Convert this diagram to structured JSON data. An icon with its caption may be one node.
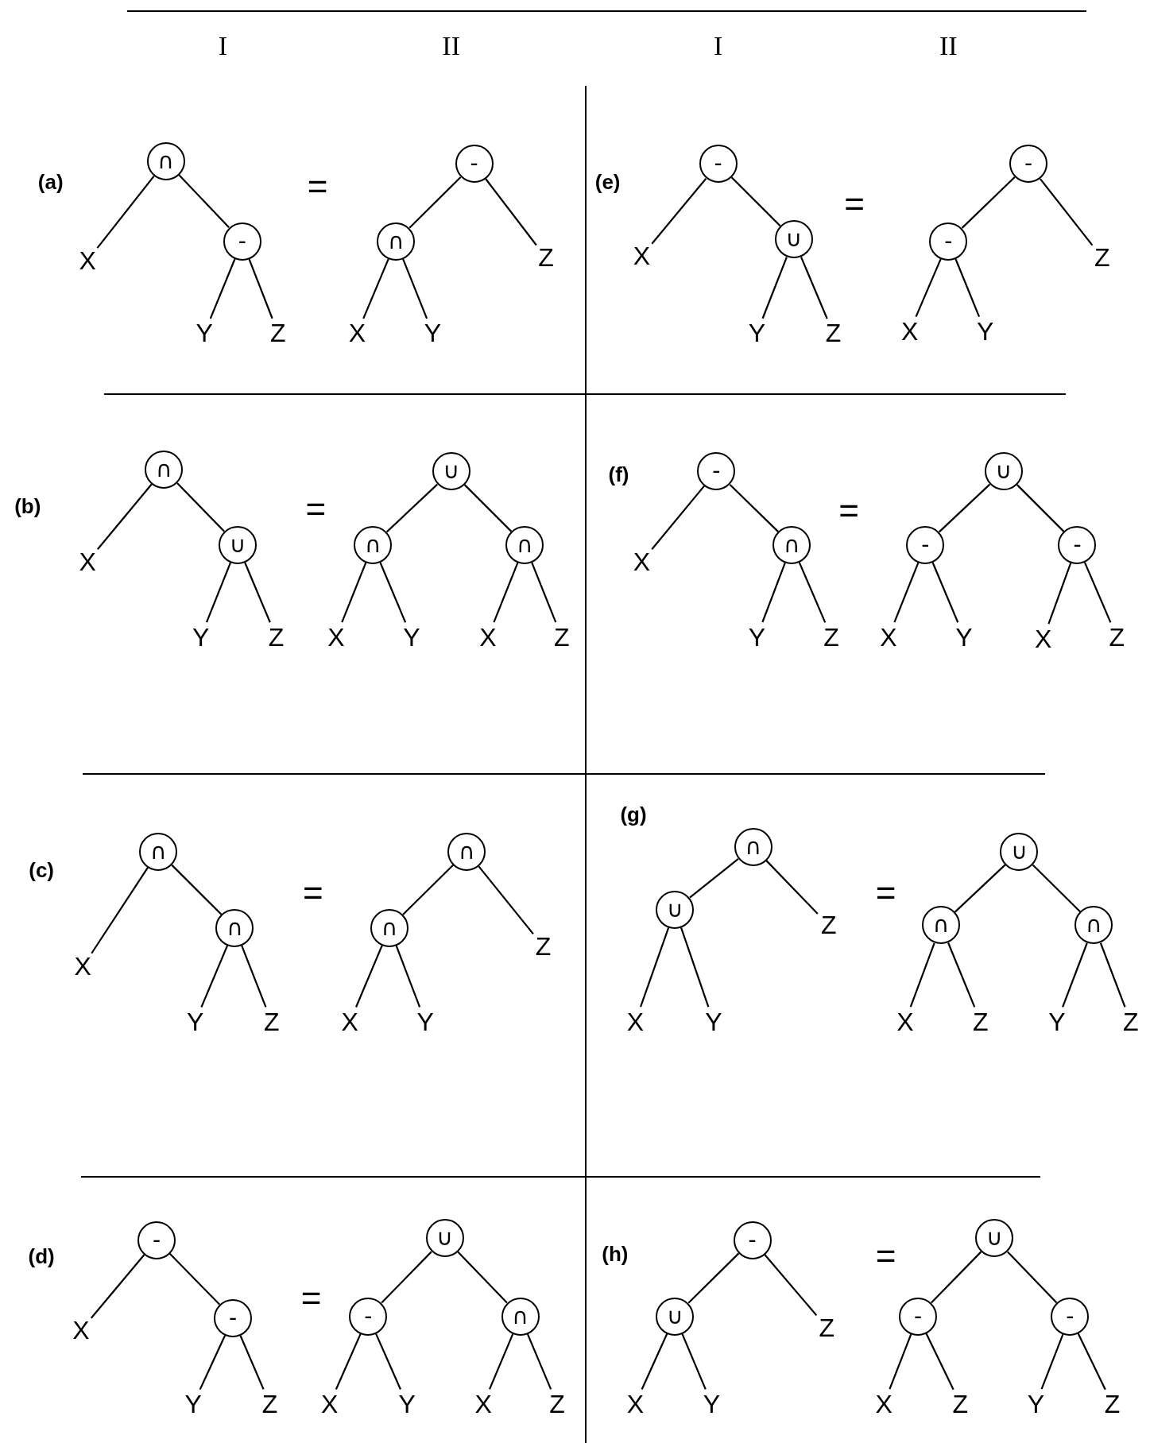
{
  "diagram": {
    "nodes": [
      {
        "text": [
          "∩"
        ]
      },
      {
        "text": [
          "X"
        ]
      },
      {
        "text": [
          "-"
        ]
      },
      {
        "text": [
          "Y"
        ]
      },
      {
        "text": [
          "Z"
        ]
      },
      {
        "text": [
          "-"
        ]
      },
      {
        "text": [
          "∩"
        ]
      },
      {
        "text": [
          "Z"
        ]
      },
      {
        "text": [
          "X"
        ]
      },
      {
        "text": [
          "Y"
        ]
      },
      {
        "text": [
          "-"
        ]
      },
      {
        "text": [
          "X"
        ]
      },
      {
        "text": [
          "∪"
        ]
      },
      {
        "text": [
          "Y"
        ]
      },
      {
        "text": [
          "Z"
        ]
      },
      {
        "text": [
          "-"
        ]
      },
      {
        "text": [
          "-"
        ]
      },
      {
        "text": [
          "Z"
        ]
      },
      {
        "text": [
          "X"
        ]
      },
      {
        "text": [
          "Y"
        ]
      },
      {
        "text": [
          "∩"
        ]
      },
      {
        "text": [
          "X"
        ]
      },
      {
        "text": [
          "∪"
        ]
      },
      {
        "text": [
          "Y"
        ]
      },
      {
        "text": [
          "Z"
        ]
      },
      {
        "text": [
          "∪"
        ]
      },
      {
        "text": [
          "∩"
        ]
      },
      {
        "text": [
          "∩"
        ]
      },
      {
        "text": [
          "X"
        ]
      },
      {
        "text": [
          "Y"
        ]
      },
      {
        "text": [
          "X"
        ]
      },
      {
        "text": [
          "Z"
        ]
      },
      {
        "text": [
          "-"
        ]
      },
      {
        "text": [
          "X"
        ]
      },
      {
        "text": [
          "∩"
        ]
      },
      {
        "text": [
          "Y"
        ]
      },
      {
        "text": [
          "Z"
        ]
      },
      {
        "text": [
          "∪"
        ]
      },
      {
        "text": [
          "-"
        ]
      },
      {
        "text": [
          "-"
        ]
      },
      {
        "text": [
          "X"
        ]
      },
      {
        "text": [
          "Y"
        ]
      },
      {
        "text": [
          "X"
        ]
      },
      {
        "text": [
          "Z"
        ]
      },
      {
        "text": [
          "∩"
        ]
      },
      {
        "text": [
          "X"
        ]
      },
      {
        "text": [
          "∩"
        ]
      },
      {
        "text": [
          "Y"
        ]
      },
      {
        "text": [
          "Z"
        ]
      },
      {
        "text": [
          "∩"
        ]
      },
      {
        "text": [
          "∩"
        ]
      },
      {
        "text": [
          "Z"
        ]
      },
      {
        "text": [
          "X"
        ]
      },
      {
        "text": [
          "Y"
        ]
      },
      {
        "text": [
          "∩"
        ]
      },
      {
        "text": [
          "∪"
        ]
      },
      {
        "text": [
          "Z"
        ]
      },
      {
        "text": [
          "X"
        ]
      },
      {
        "text": [
          "Y"
        ]
      },
      {
        "text": [
          "∪"
        ]
      },
      {
        "text": [
          "∩"
        ]
      },
      {
        "text": [
          "∩"
        ]
      },
      {
        "text": [
          "X"
        ]
      },
      {
        "text": [
          "Z"
        ]
      },
      {
        "text": [
          "Y"
        ]
      },
      {
        "text": [
          "Z"
        ]
      },
      {
        "text": [
          "-"
        ]
      },
      {
        "text": [
          "X"
        ]
      },
      {
        "text": [
          "-"
        ]
      },
      {
        "text": [
          "Y"
        ]
      },
      {
        "text": [
          "Z"
        ]
      },
      {
        "text": [
          "∪"
        ]
      },
      {
        "text": [
          "-"
        ]
      },
      {
        "text": [
          "∩"
        ]
      },
      {
        "text": [
          "X"
        ]
      },
      {
        "text": [
          "Y"
        ]
      },
      {
        "text": [
          "X"
        ]
      },
      {
        "text": [
          "Z"
        ]
      },
      {
        "text": [
          "-"
        ]
      },
      {
        "text": [
          "∪"
        ]
      },
      {
        "text": [
          "Z"
        ]
      },
      {
        "text": [
          "X"
        ]
      },
      {
        "text": [
          "Y"
        ]
      },
      {
        "text": [
          "∪"
        ]
      },
      {
        "text": [
          "-"
        ]
      },
      {
        "text": [
          "-"
        ]
      },
      {
        "text": [
          "X"
        ]
      },
      {
        "text": [
          "Z"
        ]
      },
      {
        "text": [
          "Y"
        ]
      },
      {
        "text": [
          "Z"
        ]
      }
    ],
    "edges": [
      {
        "from": 0,
        "to": 1,
        "arrow": "none"
      },
      {
        "from": 0,
        "to": 2,
        "arrow": "none"
      },
      {
        "from": 2,
        "to": 3,
        "arrow": "none"
      },
      {
        "from": 2,
        "to": 4,
        "arrow": "none"
      },
      {
        "from": 5,
        "to": 6,
        "arrow": "none"
      },
      {
        "from": 5,
        "to": 7,
        "arrow": "none"
      },
      {
        "from": 6,
        "to": 8,
        "arrow": "none"
      },
      {
        "from": 6,
        "to": 9,
        "arrow": "none"
      },
      {
        "from": 10,
        "to": 11,
        "arrow": "none"
      },
      {
        "from": 10,
        "to": 12,
        "arrow": "none"
      },
      {
        "from": 12,
        "to": 13,
        "arrow": "none"
      },
      {
        "from": 12,
        "to": 14,
        "arrow": "none"
      },
      {
        "from": 15,
        "to": 16,
        "arrow": "none"
      },
      {
        "from": 15,
        "to": 17,
        "arrow": "none"
      },
      {
        "from": 16,
        "to": 18,
        "arrow": "none"
      },
      {
        "from": 16,
        "to": 19,
        "arrow": "none"
      },
      {
        "from": 20,
        "to": 21,
        "arrow": "none"
      },
      {
        "from": 20,
        "to": 22,
        "arrow": "none"
      },
      {
        "from": 22,
        "to": 23,
        "arrow": "none"
      },
      {
        "from": 22,
        "to": 24,
        "arrow": "none"
      },
      {
        "from": 25,
        "to": 26,
        "arrow": "none"
      },
      {
        "from": 25,
        "to": 27,
        "arrow": "none"
      },
      {
        "from": 26,
        "to": 28,
        "arrow": "none"
      },
      {
        "from": 26,
        "to": 29,
        "arrow": "none"
      },
      {
        "from": 27,
        "to": 30,
        "arrow": "none"
      },
      {
        "from": 27,
        "to": 31,
        "arrow": "none"
      },
      {
        "from": 32,
        "to": 33,
        "arrow": "none"
      },
      {
        "from": 32,
        "to": 34,
        "arrow": "none"
      },
      {
        "from": 34,
        "to": 35,
        "arrow": "none"
      },
      {
        "from": 34,
        "to": 36,
        "arrow": "none"
      },
      {
        "from": 37,
        "to": 38,
        "arrow": "none"
      },
      {
        "from": 37,
        "to": 39,
        "arrow": "none"
      },
      {
        "from": 38,
        "to": 40,
        "arrow": "none"
      },
      {
        "from": 38,
        "to": 41,
        "arrow": "none"
      },
      {
        "from": 39,
        "to": 42,
        "arrow": "none"
      },
      {
        "from": 39,
        "to": 43,
        "arrow": "none"
      },
      {
        "from": 44,
        "to": 45,
        "arrow": "none"
      },
      {
        "from": 44,
        "to": 46,
        "arrow": "none"
      },
      {
        "from": 46,
        "to": 47,
        "arrow": "none"
      },
      {
        "from": 46,
        "to": 48,
        "arrow": "none"
      },
      {
        "from": 49,
        "to": 50,
        "arrow": "none"
      },
      {
        "from": 49,
        "to": 51,
        "arrow": "none"
      },
      {
        "from": 50,
        "to": 52,
        "arrow": "none"
      },
      {
        "from": 50,
        "to": 53,
        "arrow": "none"
      },
      {
        "from": 54,
        "to": 55,
        "arrow": "none"
      },
      {
        "from": 54,
        "to": 56,
        "arrow": "none"
      },
      {
        "from": 55,
        "to": 57,
        "arrow": "none"
      },
      {
        "from": 55,
        "to": 58,
        "arrow": "none"
      },
      {
        "from": 59,
        "to": 60,
        "arrow": "none"
      },
      {
        "from": 59,
        "to": 61,
        "arrow": "none"
      },
      {
        "from": 60,
        "to": 62,
        "arrow": "none"
      },
      {
        "from": 60,
        "to": 63,
        "arrow": "none"
      },
      {
        "from": 61,
        "to": 64,
        "arrow": "none"
      },
      {
        "from": 61,
        "to": 65,
        "arrow": "none"
      },
      {
        "from": 66,
        "to": 67,
        "arrow": "none"
      },
      {
        "from": 66,
        "to": 68,
        "arrow": "none"
      },
      {
        "from": 68,
        "to": 69,
        "arrow": "none"
      },
      {
        "from": 68,
        "to": 70,
        "arrow": "none"
      },
      {
        "from": 71,
        "to": 72,
        "arrow": "none"
      },
      {
        "from": 71,
        "to": 73,
        "arrow": "none"
      },
      {
        "from": 72,
        "to": 74,
        "arrow": "none"
      },
      {
        "from": 72,
        "to": 75,
        "arrow": "none"
      },
      {
        "from": 73,
        "to": 76,
        "arrow": "none"
      },
      {
        "from": 73,
        "to": 77,
        "arrow": "none"
      },
      {
        "from": 78,
        "to": 79,
        "arrow": "none"
      },
      {
        "from": 78,
        "to": 80,
        "arrow": "none"
      },
      {
        "from": 79,
        "to": 81,
        "arrow": "none"
      },
      {
        "from": 79,
        "to": 82,
        "arrow": "none"
      },
      {
        "from": 83,
        "to": 84,
        "arrow": "none"
      },
      {
        "from": 83,
        "to": 85,
        "arrow": "none"
      },
      {
        "from": 84,
        "to": 86,
        "arrow": "none"
      },
      {
        "from": 84,
        "to": 87,
        "arrow": "none"
      },
      {
        "from": 85,
        "to": 88,
        "arrow": "none"
      },
      {
        "from": 85,
        "to": 89,
        "arrow": "none"
      }
    ],
    "labels": [
      "I",
      "II",
      "I",
      "II",
      "(a)",
      "=",
      "(e)",
      "=",
      "(b)",
      "=",
      "(f)",
      "=",
      "(c)",
      "=",
      "(g)",
      "=",
      "(d)",
      "=",
      "(h)",
      "="
    ]
  }
}
